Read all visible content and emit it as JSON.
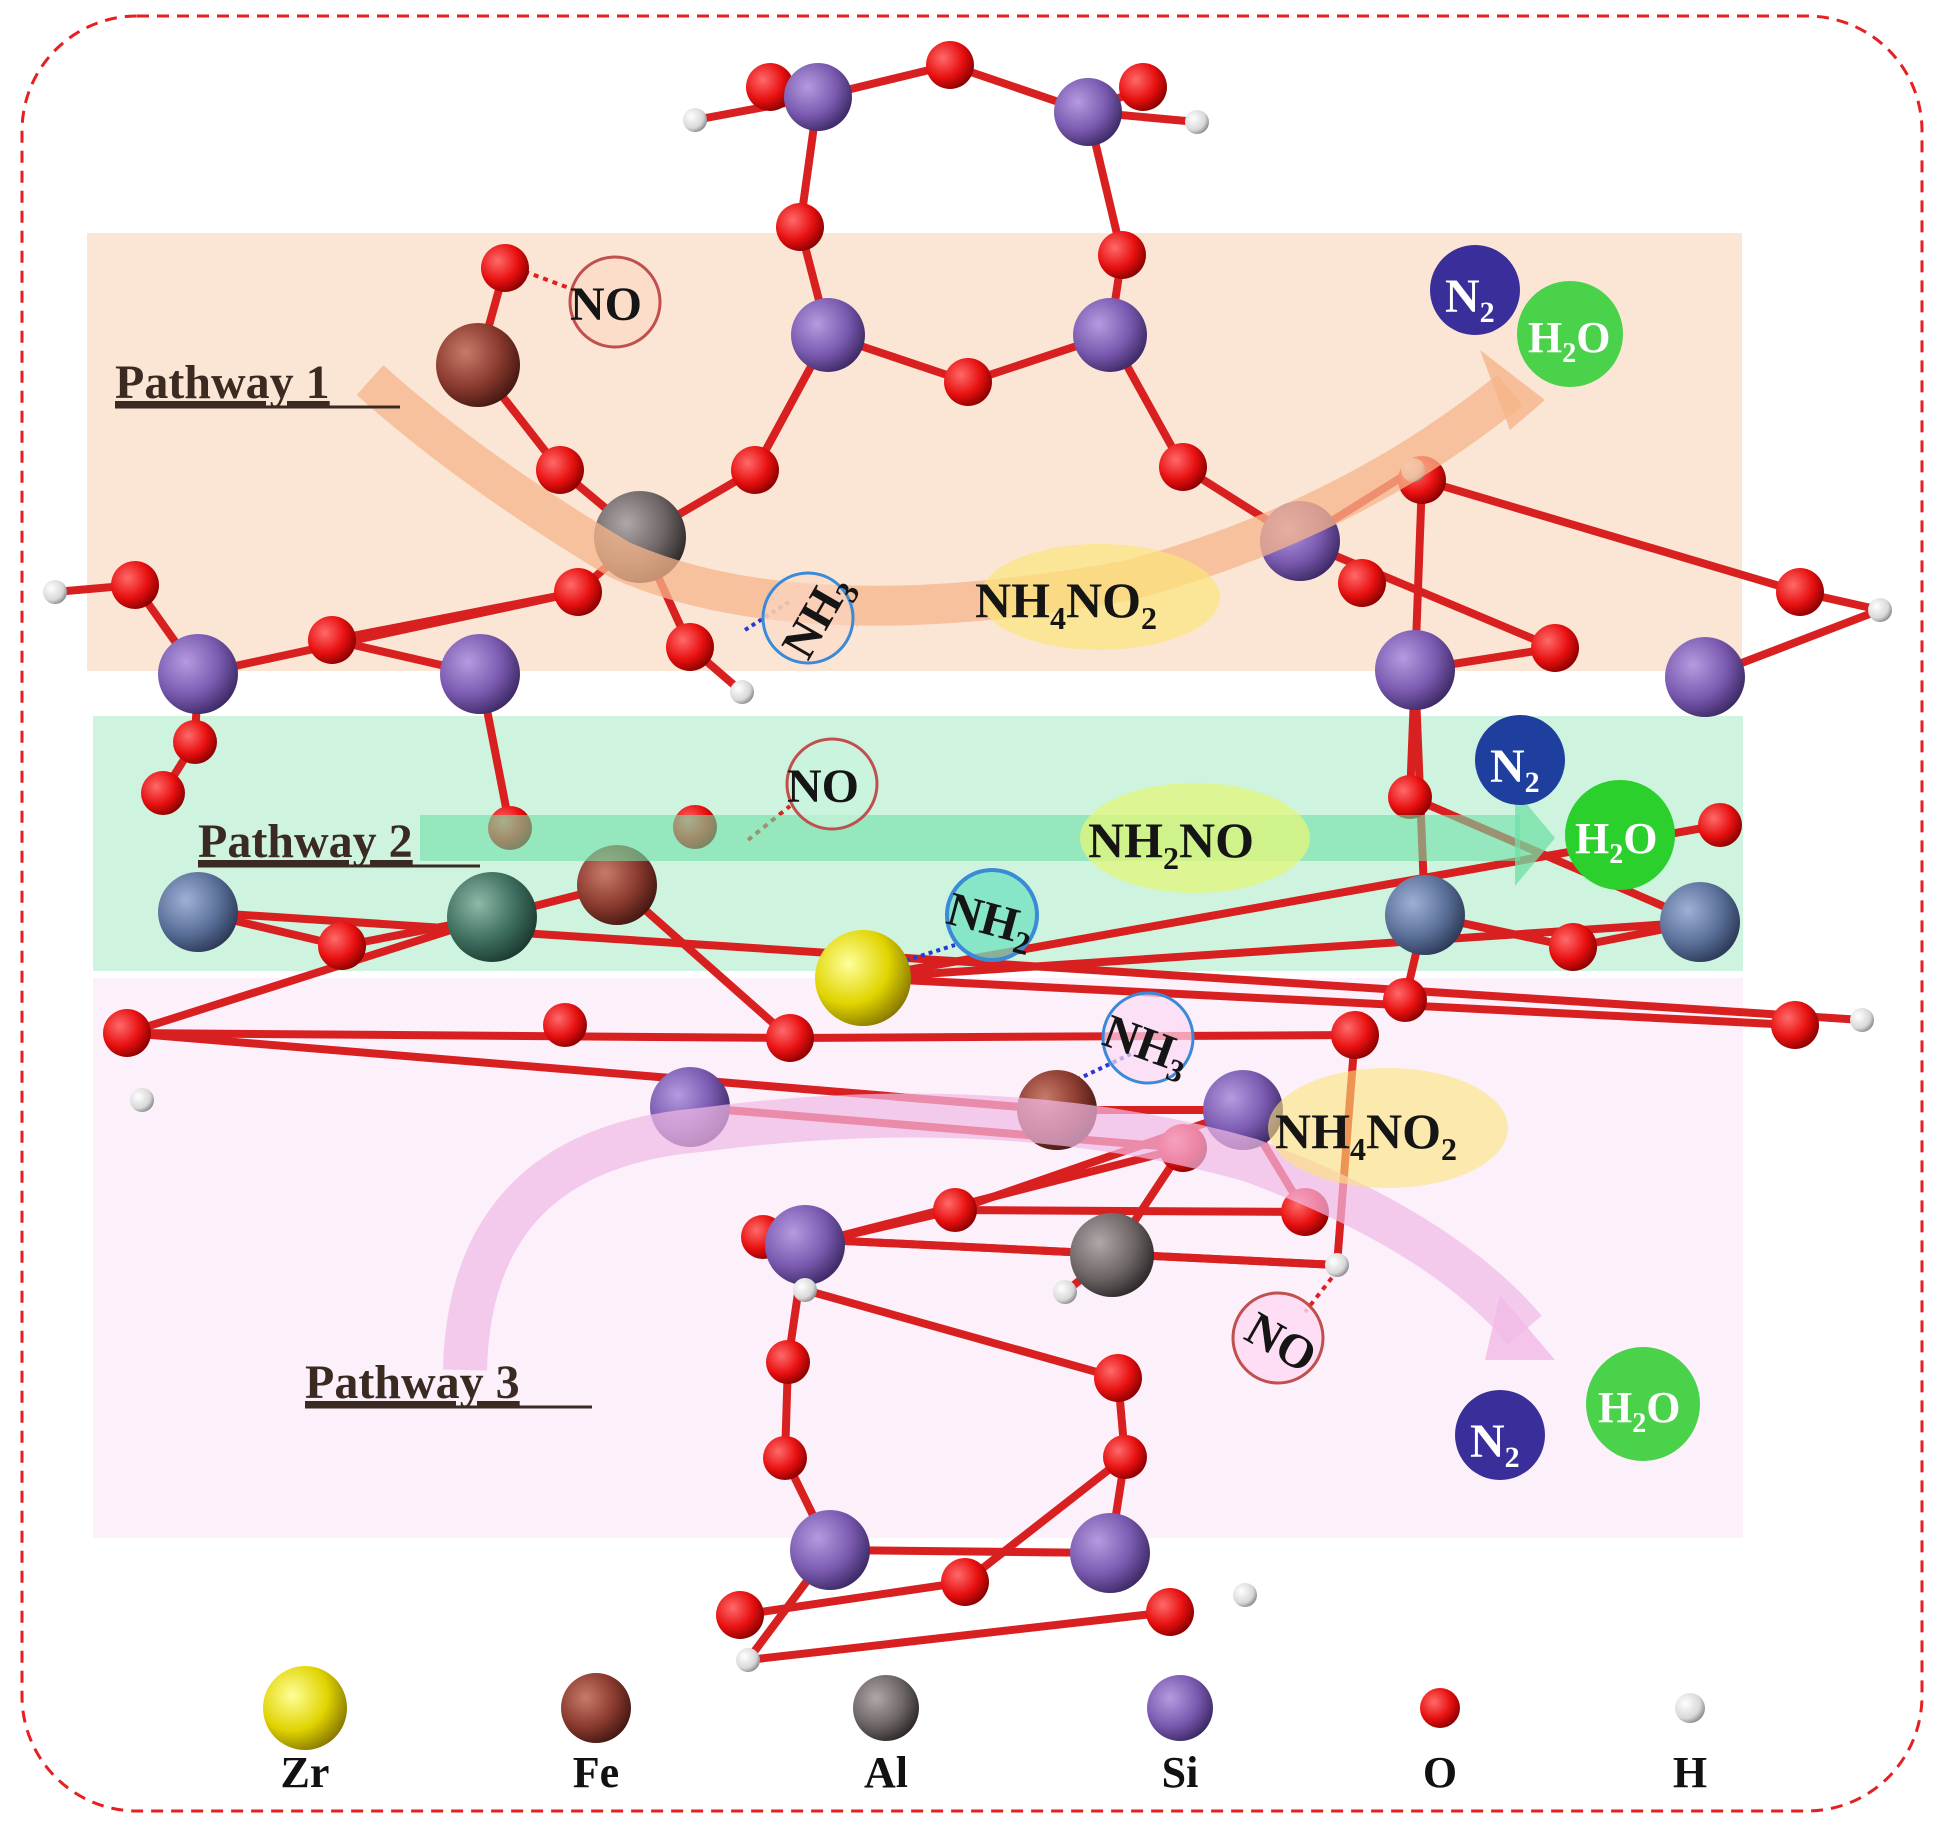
{
  "pathways": [
    {
      "label": "Pathway 1",
      "intermediate_main": "NH",
      "intermediate_sub1": "4",
      "intermediate_mid": "NO",
      "intermediate_sub2": "2",
      "reactant_adsorbed": "NH",
      "reactant_adsorbed_sub": "3",
      "reactant_gas": "NO",
      "band_color": "#fbe6d6"
    },
    {
      "label": "Pathway 2",
      "intermediate_main": "NH",
      "intermediate_sub1": "2",
      "intermediate_mid": "NO",
      "intermediate_sub2": "",
      "reactant_adsorbed": "NH",
      "reactant_adsorbed_sub": "2",
      "reactant_gas": "NO",
      "band_color": "#c9f3dd"
    },
    {
      "label": "Pathway 3",
      "intermediate_main": "NH",
      "intermediate_sub1": "4",
      "intermediate_mid": "NO",
      "intermediate_sub2": "2",
      "reactant_adsorbed": "NH",
      "reactant_adsorbed_sub": "3",
      "reactant_gas": "NO",
      "band_color": "#fcf0fb"
    }
  ],
  "products": {
    "n2_main": "N",
    "n2_sub": "2",
    "h2o_h": "H",
    "h2o_sub": "2",
    "h2o_o": "O",
    "n2_color": "#3a2f9a",
    "n2_color_alt": "#1f3f9e",
    "h2o_color": "#4bd24b"
  },
  "legend": [
    {
      "element": "Zr",
      "color": "#e0c800"
    },
    {
      "element": "Fe",
      "color": "#8a3a2e"
    },
    {
      "element": "Al",
      "color": "#5a5a5a"
    },
    {
      "element": "Si",
      "color": "#7a5ab0"
    },
    {
      "element": "O",
      "color": "#e81010"
    },
    {
      "element": "H",
      "color": "#dddddd"
    }
  ]
}
